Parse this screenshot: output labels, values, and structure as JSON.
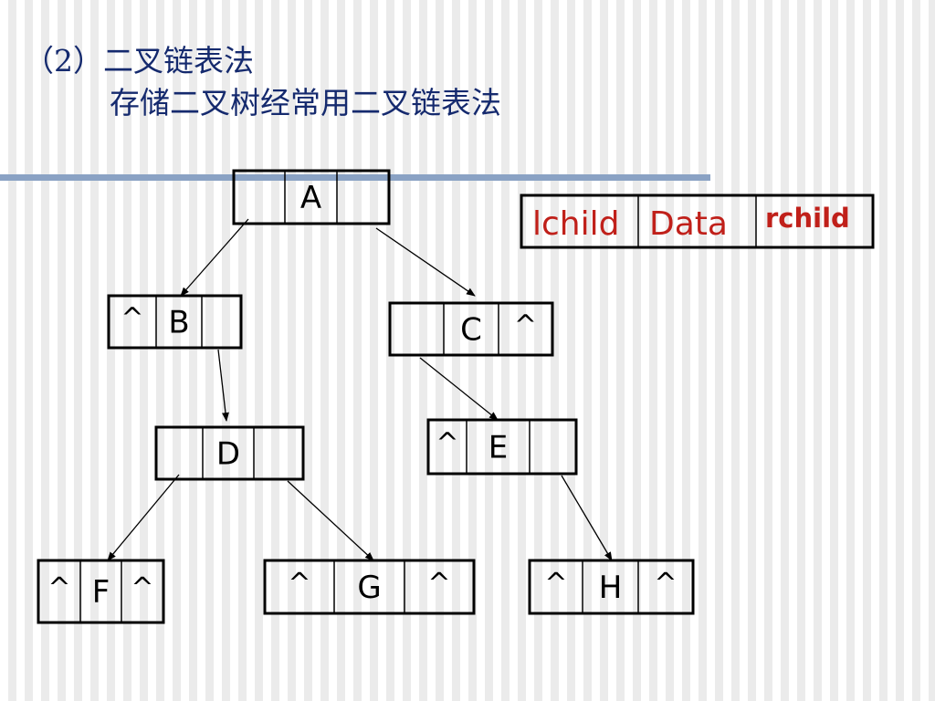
{
  "slide": {
    "title": "（2）二叉链表法",
    "subtitle": "存储二叉树经常用二叉链表法"
  },
  "legend": {
    "lchild": "lchild",
    "data": "Data",
    "rchild": "rchild"
  },
  "colors": {
    "title": "#152a6e",
    "rule": "#8aa2c4",
    "legend_text": "#c0201a",
    "node_border": "#000000"
  },
  "nodes": [
    {
      "id": "A",
      "left": "",
      "data": "A",
      "right": ""
    },
    {
      "id": "B",
      "left": "^",
      "data": "B",
      "right": ""
    },
    {
      "id": "C",
      "left": "",
      "data": "C",
      "right": "^"
    },
    {
      "id": "D",
      "left": "",
      "data": "D",
      "right": ""
    },
    {
      "id": "E",
      "left": "^",
      "data": "E",
      "right": ""
    },
    {
      "id": "F",
      "left": "^",
      "data": "F",
      "right": "^"
    },
    {
      "id": "G",
      "left": "^",
      "data": "G",
      "right": "^"
    },
    {
      "id": "H",
      "left": "^",
      "data": "H",
      "right": "^"
    }
  ],
  "edges": [
    {
      "from": "A",
      "side": "left",
      "to": "B"
    },
    {
      "from": "A",
      "side": "right",
      "to": "C"
    },
    {
      "from": "B",
      "side": "right",
      "to": "D"
    },
    {
      "from": "C",
      "side": "left",
      "to": "E"
    },
    {
      "from": "D",
      "side": "left",
      "to": "F"
    },
    {
      "from": "D",
      "side": "right",
      "to": "G"
    },
    {
      "from": "E",
      "side": "right",
      "to": "H"
    }
  ]
}
